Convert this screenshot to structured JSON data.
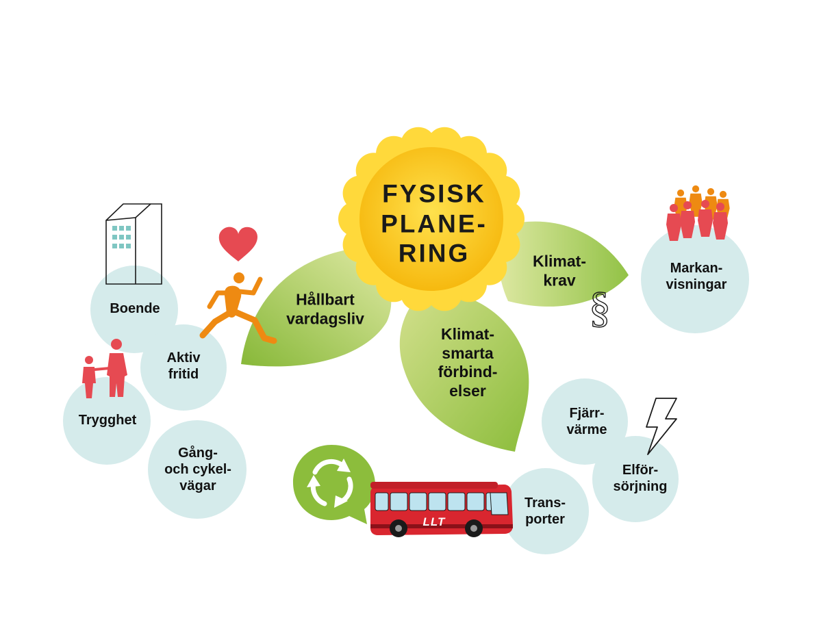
{
  "diagram": {
    "center": {
      "title": "FYSISK\nPLANE-\nRING"
    },
    "leaves": [
      {
        "id": "hallbart",
        "label": "Hållbart\nvardagsliv"
      },
      {
        "id": "klimatsmarta",
        "label": "Klimat-\nsmarta\nförbind-\nelser"
      },
      {
        "id": "klimatkrav",
        "label": "Klimat-\nkrav"
      }
    ],
    "bubbles": [
      {
        "id": "boende",
        "label": "Boende"
      },
      {
        "id": "aktiv",
        "label": "Aktiv\nfritid"
      },
      {
        "id": "trygghet",
        "label": "Trygghet"
      },
      {
        "id": "gang",
        "label": "Gång-\noch cykel-\nvägar"
      },
      {
        "id": "markan",
        "label": "Markan-\nvisningar"
      },
      {
        "id": "fjarr",
        "label": "Fjärr-\nvärme"
      },
      {
        "id": "elfor",
        "label": "Elför-\nsörjning"
      },
      {
        "id": "transporter",
        "label": "Trans-\nporter"
      }
    ],
    "icons": {
      "building": "building-icon",
      "heart": "heart-icon",
      "runner": "runner-icon",
      "family": "family-icon",
      "crowd": "crowd-icon",
      "paragraph": "paragraph-icon",
      "lightning": "lightning-icon",
      "recycle": "recycle-icon",
      "bus": "bus-icon"
    },
    "bus_brand": "LLT",
    "paragraph_symbol": "§"
  },
  "colors": {
    "bubble": "#d5ebeb",
    "leaf_light": "#d6e394",
    "leaf_dark": "#8cbd3c",
    "sun_outer": "#ffd93b",
    "sun_inner": "#fbc316",
    "accent_red": "#e64a52",
    "accent_orange": "#ee8a12",
    "bus_red": "#d9262f"
  }
}
